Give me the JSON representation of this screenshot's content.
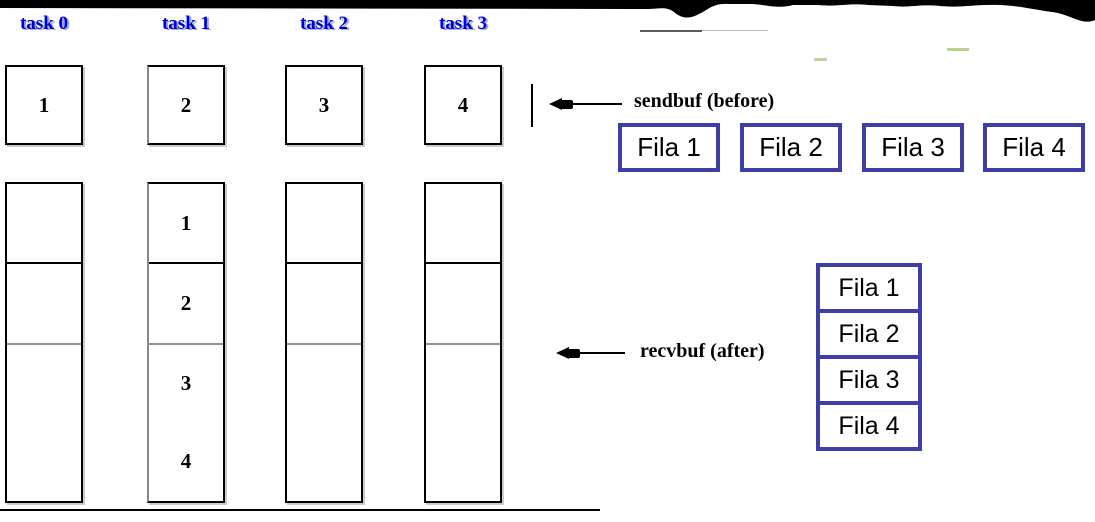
{
  "diagram": {
    "tasks": [
      {
        "label": "task 0",
        "send": "1",
        "recv": [
          "",
          "",
          "",
          ""
        ]
      },
      {
        "label": "task 1",
        "send": "2",
        "recv": [
          "1",
          "2",
          "3",
          "4"
        ]
      },
      {
        "label": "task 2",
        "send": "3",
        "recv": [
          "",
          "",
          "",
          ""
        ]
      },
      {
        "label": "task 3",
        "send": "4",
        "recv": [
          "",
          "",
          "",
          ""
        ]
      }
    ],
    "annotations": {
      "send": "sendbuf (before)",
      "recv": "recvbuf (after)"
    },
    "fila": {
      "row": [
        "Fila 1",
        "Fila 2",
        "Fila 3",
        "Fila 4"
      ],
      "stack": [
        "Fila 1",
        "Fila 2",
        "Fila 3",
        "Fila 4"
      ]
    },
    "colors": {
      "task_label_blue": "#0000cc",
      "fila_border_blue": "#3e3ea8",
      "box_border": "#000000",
      "gray_divider": "#909090"
    }
  }
}
